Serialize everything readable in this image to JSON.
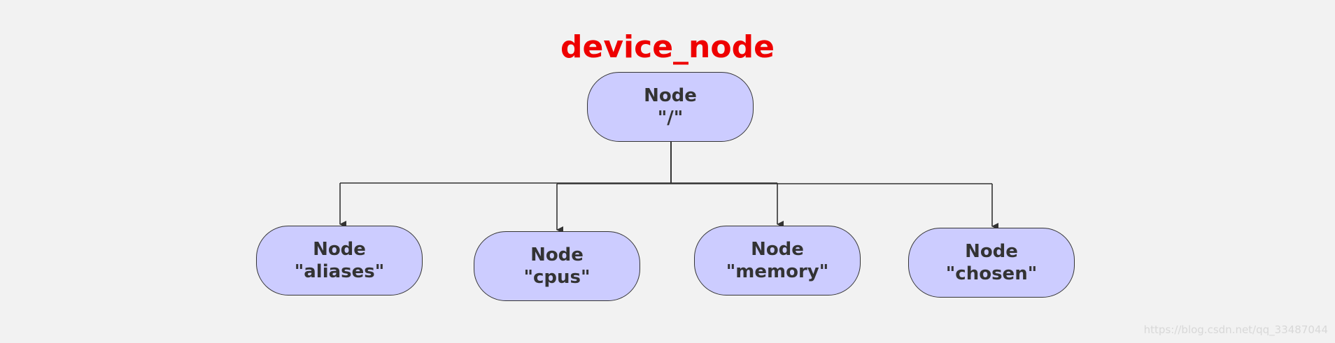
{
  "diagram": {
    "title": "device_node",
    "root": {
      "line1": "Node",
      "line2": "\"/\""
    },
    "children": [
      {
        "line1": "Node",
        "line2": "\"aliases\""
      },
      {
        "line1": "Node",
        "line2": "\"cpus\""
      },
      {
        "line1": "Node",
        "line2": "\"memory\""
      },
      {
        "line1": "Node",
        "line2": "\"chosen\""
      }
    ]
  },
  "watermark": "https://blog.csdn.net/qq_33487044",
  "colors": {
    "title": "#ee0000",
    "node_fill": "#ccccff",
    "node_border": "#333333",
    "text": "#333333",
    "background": "#f2f2f2"
  }
}
